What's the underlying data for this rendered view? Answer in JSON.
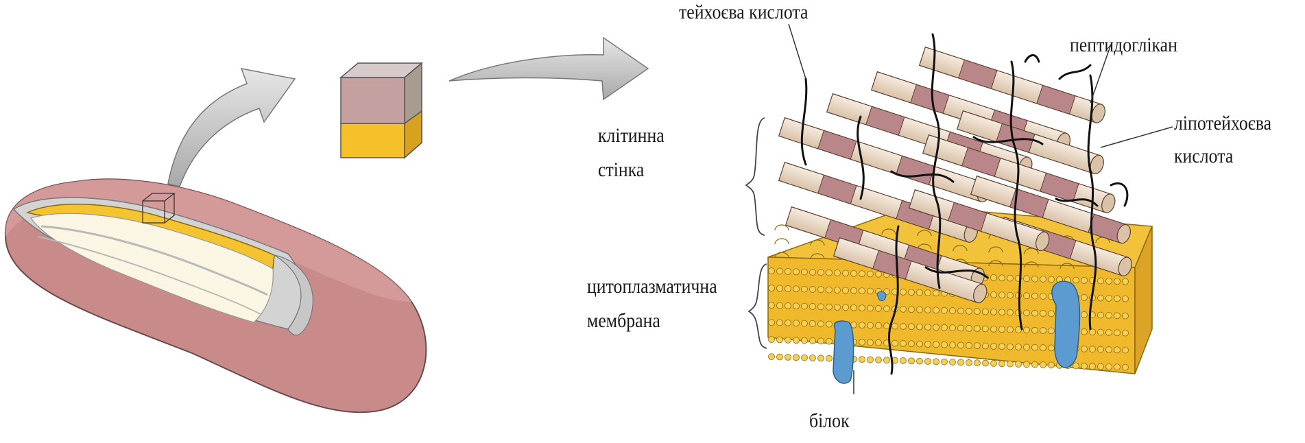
{
  "labels": {
    "teichoic_acid": "тейхоєва кислота",
    "peptidoglycan": "пептидоглікан",
    "lipoteichoic_line1": "ліпотейхоєва",
    "lipoteichoic_line2": "кислота",
    "cell_wall_line1": "клітинна",
    "cell_wall_line2": "стінка",
    "membrane_line1": "цитоплазматична",
    "membrane_line2": "мембрана",
    "protein": "білок"
  },
  "colors": {
    "cell_body": "#c98a8a",
    "cell_inner_gray": "#d3d3d3",
    "layer_yellow": "#f4c430",
    "rod_beige": "#ecd9c4",
    "rod_pink": "#b9868a",
    "membrane": "#f2c23a",
    "protein_blue": "#5b9bd0",
    "arrow_gray": "#c9c9c9"
  }
}
